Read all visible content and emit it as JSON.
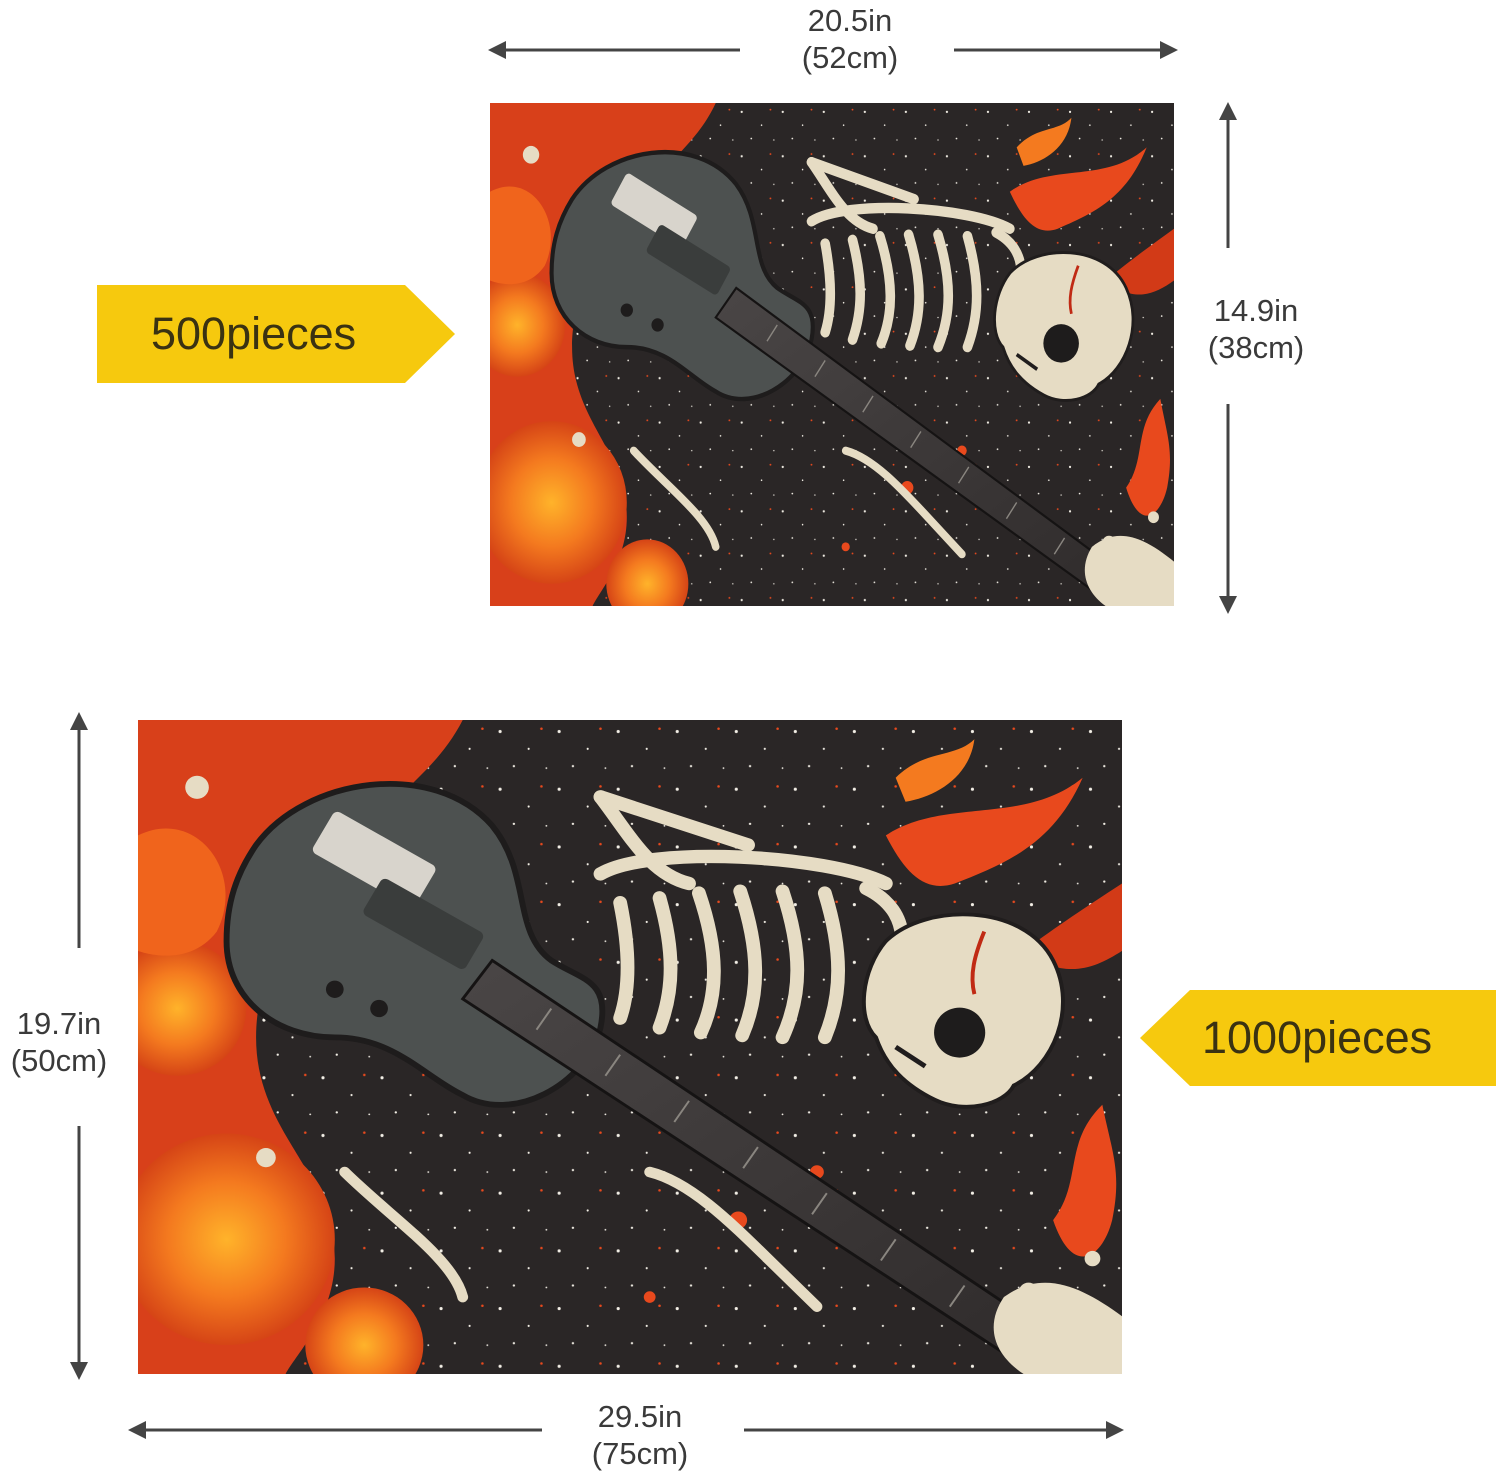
{
  "small": {
    "width": "20.5in",
    "width_cm": "(52cm)",
    "height": "14.9in",
    "height_cm": "(38cm)",
    "pieces": "500pieces"
  },
  "large": {
    "width": "29.5in",
    "width_cm": "(75cm)",
    "height": "19.7in",
    "height_cm": "(50cm)",
    "pieces": "1000pieces"
  },
  "colors": {
    "tag": "#f6c90e",
    "arrow": "#444444",
    "fire": "#e8491d",
    "background_art": "#2a2626",
    "bone": "#e6dcc4"
  }
}
